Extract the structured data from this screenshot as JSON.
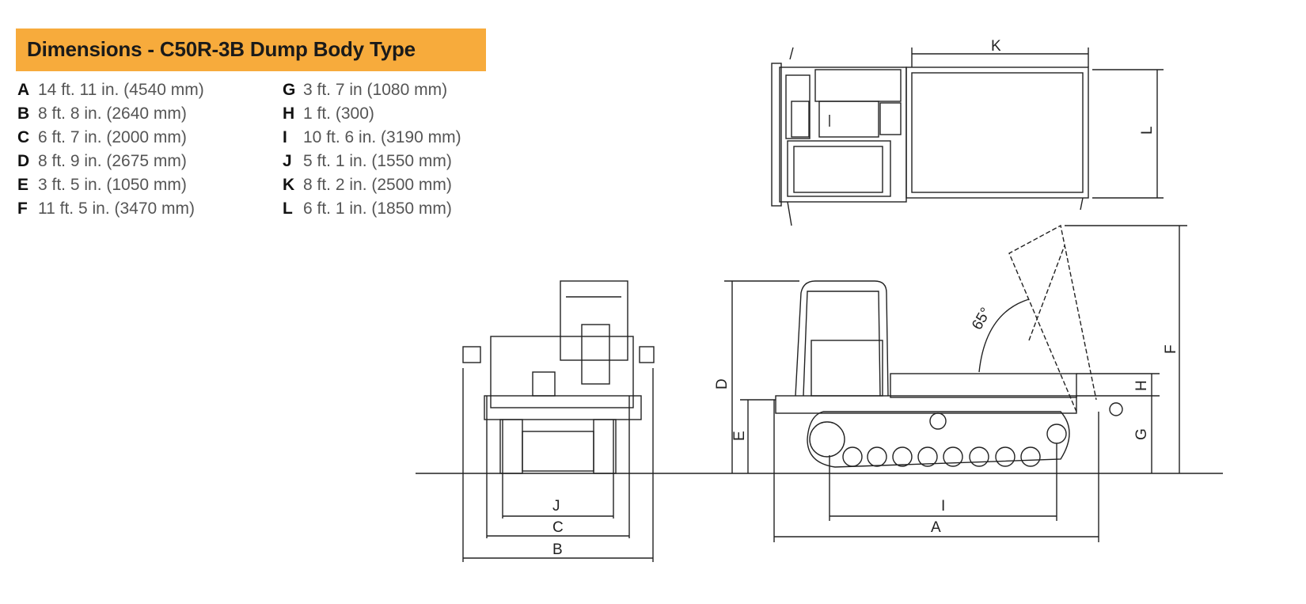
{
  "title": "Dimensions - C50R-3B Dump Body Type",
  "colors": {
    "banner": "#f7ab3c"
  },
  "specs_left": [
    {
      "letter": "A",
      "value": "14 ft. 11 in. (4540 mm)"
    },
    {
      "letter": "B",
      "value": "8 ft. 8 in. (2640 mm)"
    },
    {
      "letter": "C",
      "value": "6 ft. 7 in. (2000 mm)"
    },
    {
      "letter": "D",
      "value": "8 ft. 9 in. (2675 mm)"
    },
    {
      "letter": "E",
      "value": "3 ft. 5 in. (1050 mm)"
    },
    {
      "letter": "F",
      "value": "11 ft. 5 in. (3470 mm)"
    }
  ],
  "specs_right": [
    {
      "letter": "G",
      "value": "3 ft. 7 in (1080 mm)"
    },
    {
      "letter": "H",
      "value": "1 ft. (300)"
    },
    {
      "letter": "I",
      "value": "10 ft. 6 in. (3190 mm)"
    },
    {
      "letter": "J",
      "value": "5 ft. 1 in. (1550 mm)"
    },
    {
      "letter": "K",
      "value": "8 ft. 2 in. (2500 mm)"
    },
    {
      "letter": "L",
      "value": "6 ft. 1 in. (1850 mm)"
    }
  ],
  "diagram_labels": {
    "A": "A",
    "B": "B",
    "C": "C",
    "D": "D",
    "E": "E",
    "F": "F",
    "G": "G",
    "H": "H",
    "I": "I",
    "J": "J",
    "K": "K",
    "L": "L",
    "angle": "65°"
  }
}
